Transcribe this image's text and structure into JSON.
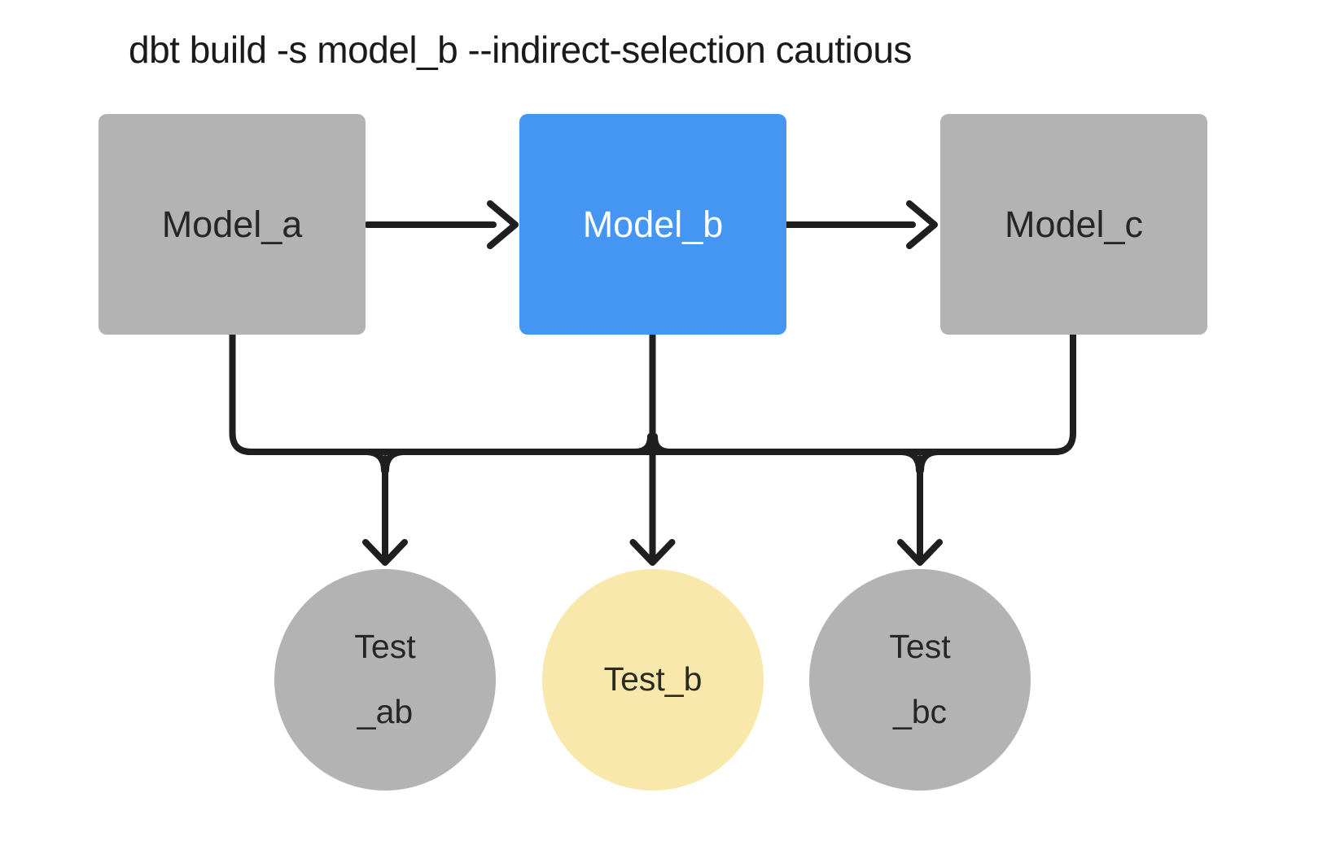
{
  "title": "dbt build -s model_b --indirect-selection cautious",
  "colors": {
    "accent": "#4596f3",
    "warning": "#f8e8ab",
    "neutral": "#b3b3b3",
    "line": "#1f1f1f",
    "background": "#ffffff"
  },
  "nodes": {
    "model_a": {
      "label": "Model_a",
      "state": "skipped"
    },
    "model_b": {
      "label": "Model_b",
      "state": "selected"
    },
    "model_c": {
      "label": "Model_c",
      "state": "skipped"
    },
    "test_ab": {
      "line1": "Test",
      "line2": "_ab",
      "state": "skipped"
    },
    "test_b": {
      "line1": "Test_b",
      "state": "selected"
    },
    "test_bc": {
      "line1": "Test",
      "line2": "_bc",
      "state": "skipped"
    }
  },
  "edges": [
    "model_a -> model_b",
    "model_b -> model_c",
    "model_a -> test_ab",
    "model_b -> test_ab",
    "model_b -> test_b",
    "model_b -> test_bc",
    "model_c -> test_bc"
  ]
}
